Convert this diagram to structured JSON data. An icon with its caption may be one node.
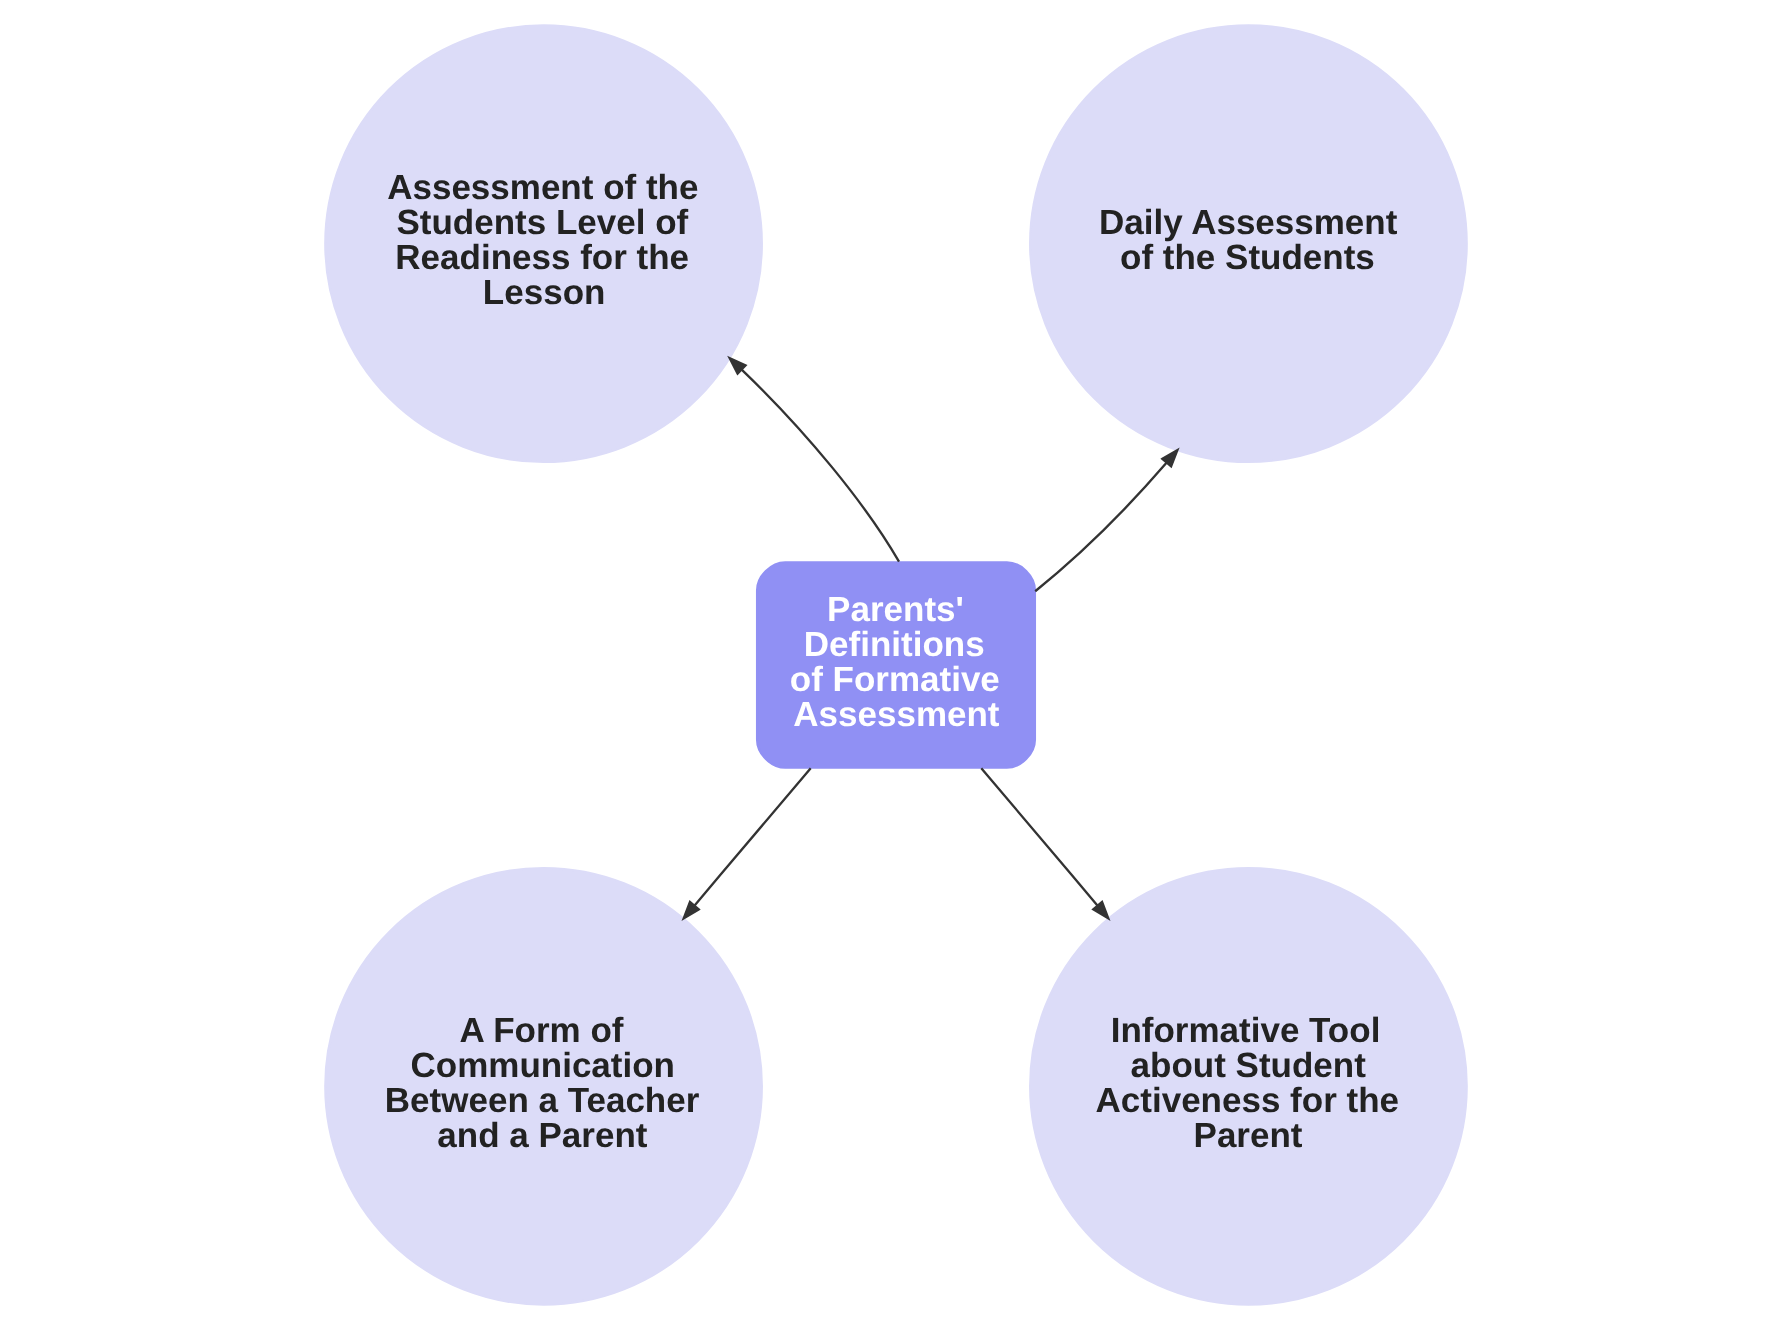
{
  "diagram": {
    "nodes": [
      {
        "text": [
          "Assessment of the Students Level of Readiness for the Lesson"
        ]
      },
      {
        "text": [
          "Daily Assessment of the Students"
        ]
      },
      {
        "text": [
          "Parents' Definitions of Formative Assessment"
        ]
      },
      {
        "text": [
          "A Form of Communication Between a Teacher and a Parent"
        ]
      },
      {
        "text": [
          "Informative Tool about Student Activeness for the Parent"
        ]
      }
    ],
    "edges": [
      {
        "from": 2,
        "to": 0,
        "arrow": "to"
      },
      {
        "from": 2,
        "to": 1,
        "arrow": "to"
      },
      {
        "from": 2,
        "to": 3,
        "arrow": "to"
      },
      {
        "from": 2,
        "to": 4,
        "arrow": "to"
      }
    ]
  }
}
